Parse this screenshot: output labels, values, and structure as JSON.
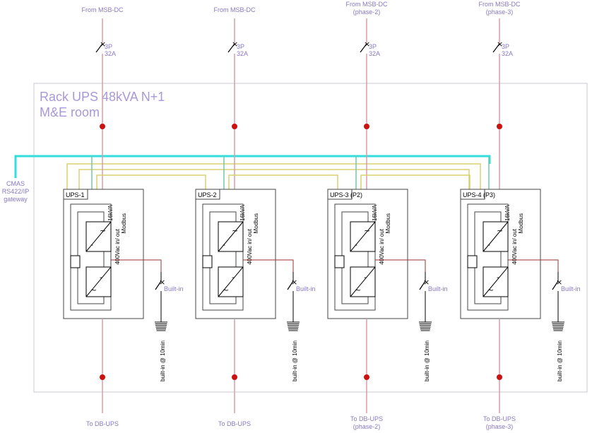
{
  "title": {
    "line1": "Rack UPS 48kVA N+1",
    "line2": "M&E room"
  },
  "gateway": {
    "line1": "CMAS",
    "line2": "RS422/IP",
    "line3": "gateway"
  },
  "colors": {
    "line": "#d4a0a8",
    "node": "#cc1111",
    "bus": "#33dddd",
    "wire_yellow": "#d8d070",
    "wire_green": "#70c8a8",
    "battery_wire": "#993333",
    "box": "#444444",
    "text": "#8878c0"
  },
  "breaker_labels": {
    "poles": "3P",
    "rating": "32A"
  },
  "battery_switch_label": "Built-in",
  "battery_label": "built-in @ 10min",
  "ups_units": [
    {
      "label": "UPS-1",
      "spec1": "16kVA",
      "spec2": "400Vac in/ out",
      "spec3": "Modbus",
      "source": "From MSB-DC",
      "source2": "",
      "dest": "To DB-UPS",
      "dest2": ""
    },
    {
      "label": "UPS-2",
      "spec1": "16kVA",
      "spec2": "400Vac in/ out",
      "spec3": "Modbus",
      "source": "From MSB-DC",
      "source2": "",
      "dest": "To DB-UPS",
      "dest2": ""
    },
    {
      "label": "UPS-3 (P2)",
      "spec1": "16kVA",
      "spec2": "400Vac in/ out",
      "spec3": "Modbus",
      "source": "From MSB-DC",
      "source2": "(phase-2)",
      "dest": "To DB-UPS",
      "dest2": "(phase-2)"
    },
    {
      "label": "UPS-4 (P3)",
      "spec1": "16kVA",
      "spec2": "400Vac in/ out",
      "spec3": "Modbus",
      "source": "From MSB-DC",
      "source2": "(phase-3)",
      "dest": "To DB-UPS",
      "dest2": "(phase-3)"
    }
  ]
}
